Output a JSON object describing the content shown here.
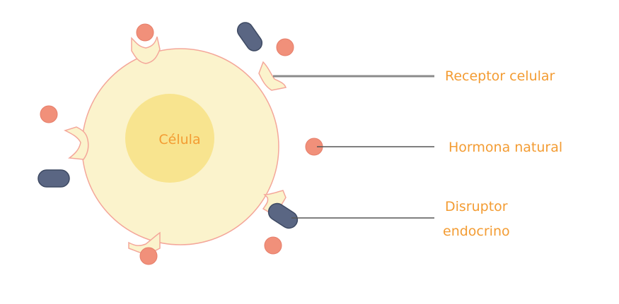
{
  "labels": {
    "cell": "Célula",
    "receptor": "Receptor celular",
    "hormone": "Hormona natural",
    "disruptor_line1": "Disruptor",
    "disruptor_line2": "endocrino"
  },
  "colors": {
    "label_text": "#f39c33",
    "cell_fill": "#fbf3cc",
    "cell_stroke": "#f4a79a",
    "nucleus_fill": "#f8e48f",
    "hormone_fill": "#f1907a",
    "hormone_stroke": "#e67e6a",
    "disruptor_fill": "#5a6683",
    "disruptor_stroke": "#3e4a63",
    "line_gray": "#8b8b8b",
    "line_dark": "#555555"
  }
}
